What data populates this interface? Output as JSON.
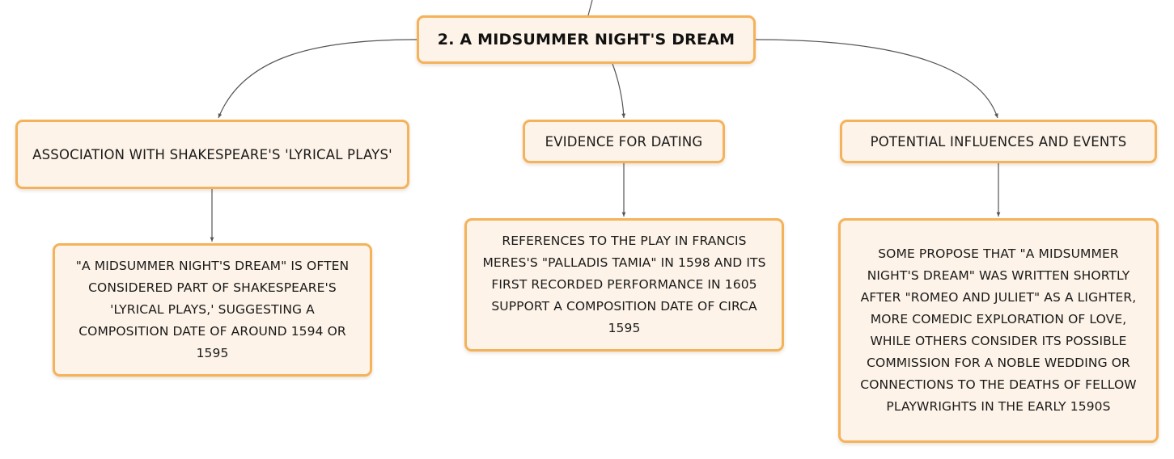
{
  "root": {
    "title": "2. A Midsummer Night's Dream"
  },
  "branches": [
    {
      "label": "Association with Shakespeare's 'Lyrical Plays'",
      "detail": "\"A Midsummer Night's Dream\" is often considered part of Shakespeare's 'lyrical plays,' suggesting a composition date of around 1594 or 1595"
    },
    {
      "label": "Evidence for Dating",
      "detail": "References to the play in Francis Meres's \"Palladis Tamia\" in 1598 and its first recorded performance in 1605 support a composition date of circa 1595"
    },
    {
      "label": "Potential Influences and Events",
      "detail": "Some propose that \"A Midsummer Night's Dream\" was written shortly after \"Romeo and Juliet\" as a lighter, more comedic exploration of love, while others consider its possible commission for a noble wedding or connections to the deaths of fellow playwrights in the early 1590s"
    }
  ],
  "colors": {
    "node_fill": "#fdf3e8",
    "node_border": "#f4b25a",
    "connector": "#555555"
  }
}
